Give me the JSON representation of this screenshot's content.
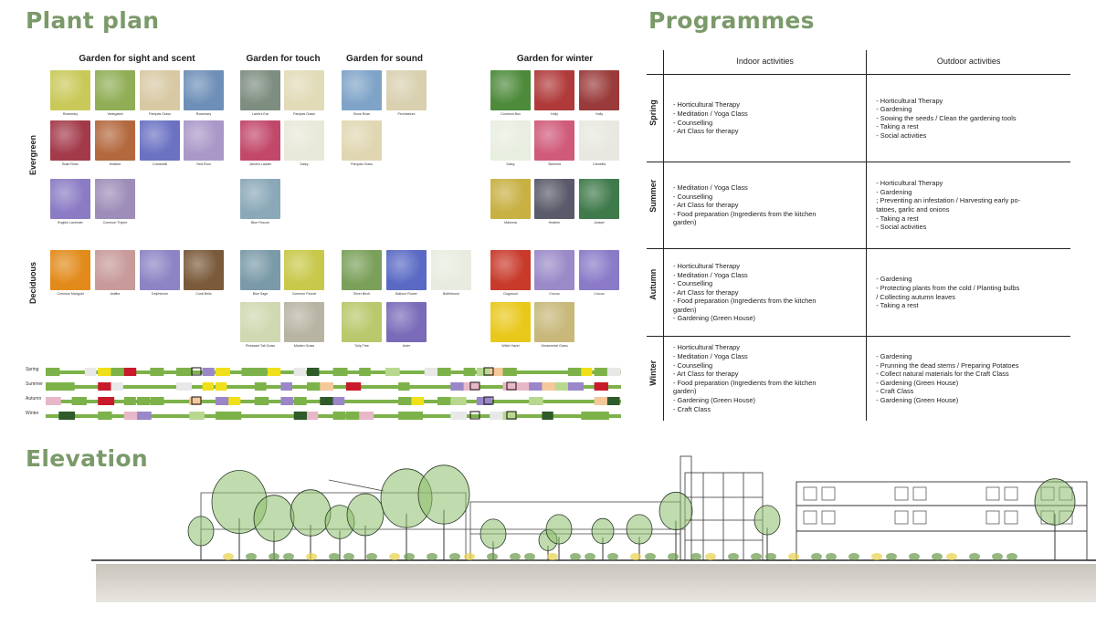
{
  "plan": {
    "title": "Plant plan",
    "groups": [
      "Garden for sight and scent",
      "Garden for touch",
      "Garden for sound",
      "Garden for winter"
    ],
    "rows": [
      "Evergreen",
      "Deciduous"
    ],
    "seasons": [
      "Spring",
      "Summer",
      "Autumn",
      "Winter"
    ],
    "plants": [
      {
        "name": "Rosemary",
        "color": "#c9c95a"
      },
      {
        "name": "Variegated",
        "color": "#8fae55"
      },
      {
        "name": "Pampas Grass",
        "color": "#d8c9a4"
      },
      {
        "name": "Rosemary",
        "color": "#6e8fb8"
      },
      {
        "name": "Bush Rose",
        "color": "#a33a4a"
      },
      {
        "name": "Heather",
        "color": "#b3683e"
      },
      {
        "name": "Cranesbill",
        "color": "#6b72c2"
      },
      {
        "name": "Red Root",
        "color": "#a998c8"
      },
      {
        "name": "English Lavender",
        "color": "#8b7bc4"
      },
      {
        "name": "Common Thyme",
        "color": "#9d8db8"
      },
      {
        "name": "Lamb's Ear",
        "color": "#7d8d80"
      },
      {
        "name": "Pampas Grass",
        "color": "#e2dbb8"
      },
      {
        "name": "Jacob's Ladder",
        "color": "#c2486a"
      },
      {
        "name": "Daisy",
        "color": "#e8e9d8"
      },
      {
        "name": "Blue Fescue",
        "color": "#8aa8b8"
      },
      {
        "name": "Snow Rose",
        "color": "#7fa4c8"
      },
      {
        "name": "Pennisetum",
        "color": "#d9d0b0"
      },
      {
        "name": "Pampas Grass",
        "color": "#e0d7b2"
      },
      {
        "name": "Common Box",
        "color": "#4d8a3a"
      },
      {
        "name": "Holly",
        "color": "#b03a3a"
      },
      {
        "name": "Holly",
        "color": "#9a3a3a"
      },
      {
        "name": "Daisy",
        "color": "#e8eee0"
      },
      {
        "name": "Skimmia",
        "color": "#d05a7a"
      },
      {
        "name": "Camellia",
        "color": "#e8e8e0"
      },
      {
        "name": "Mahonia",
        "color": "#c8b042"
      },
      {
        "name": "Heather",
        "color": "#5a5a6a"
      },
      {
        "name": "Juniper",
        "color": "#3f7a4a"
      },
      {
        "name": "Common Marigold",
        "color": "#e28a1a"
      },
      {
        "name": "Astilbe",
        "color": "#c89a9a"
      },
      {
        "name": "Delphinium",
        "color": "#8c84c4"
      },
      {
        "name": "Coral Bells",
        "color": "#7a5a3a"
      },
      {
        "name": "Blue Sage",
        "color": "#7a9aa8"
      },
      {
        "name": "Common Fennel",
        "color": "#c8c84a"
      },
      {
        "name": "Pheasant Tail Grass",
        "color": "#cfd8b0"
      },
      {
        "name": "Maiden Grass",
        "color": "#b8b4a4"
      },
      {
        "name": "Silver Birch",
        "color": "#7aa05a"
      },
      {
        "name": "Balloon Flower",
        "color": "#5a6ac4"
      },
      {
        "name": "Bottlebrush",
        "color": "#e8ece0"
      },
      {
        "name": "Tulip Tree",
        "color": "#b8c86a"
      },
      {
        "name": "Aster",
        "color": "#7a6ab8"
      },
      {
        "name": "Dogwood",
        "color": "#c83a2a"
      },
      {
        "name": "Crocus",
        "color": "#9a8ac8"
      },
      {
        "name": "Crocus",
        "color": "#8a7ac8"
      },
      {
        "name": "Witch Hazel",
        "color": "#e8c81a"
      },
      {
        "name": "Ornamental Grass",
        "color": "#c8b87a"
      }
    ]
  },
  "programmes": {
    "title": "Programmes",
    "col_indoor": "Indoor activities",
    "col_outdoor": "Outdoor activities",
    "rows": [
      {
        "season": "Spring",
        "indoor": "- Horticultural Therapy\n- Meditation / Yoga Class\n- Counselling\n- Art Class for therapy",
        "outdoor": "- Horticultural Therapy\n- Gardening\n- Sowing the seeds / Clean the gardening tools\n- Taking a rest\n- Social activities"
      },
      {
        "season": "Summer",
        "indoor": "- Meditation / Yoga Class\n- Counselling\n- Art Class for therapy\n- Food preparation (Ingredients from the kitchen\n  garden)",
        "outdoor": "- Horticultural Therapy\n- Gardening\n; Preventing an infestation / Harvesting early po-\n  tatoes, garlic and onions\n- Taking a rest\n- Social activities"
      },
      {
        "season": "Autumn",
        "indoor": "- Horticultural Therapy\n- Meditation / Yoga Class\n- Counselling\n- Art Class for therapy\n- Food preparation (Ingredients from the kitchen\n  garden)\n- Gardening (Green House)",
        "outdoor": "- Gardening\n- Protecting plants from the cold / Planting bulbs\n/ Collecting autumn leaves\n- Taking a rest"
      },
      {
        "season": "Winter",
        "indoor": "- Horticultural Therapy\n- Meditation / Yoga Class\n- Counselling\n- Art Class for therapy\n- Food preparation (Ingredients from the kitchen\n  garden)\n- Gardening (Green House)\n- Craft Class",
        "outdoor": "- Gardening\n- Prunning the dead stems / Preparing Potatoes\n- Collect natural materials for the Craft Class\n- Gardening (Green House)\n- Craft Class\n- Gardening (Green House)"
      }
    ]
  },
  "elevation": {
    "title": "Elevation"
  },
  "colors": {
    "title": "#7b9a6a",
    "green": "#7db24a",
    "dark_green": "#2f5a2a",
    "yellow": "#f0e01a",
    "purple": "#9a86c8",
    "pink": "#e8b8c8",
    "red": "#c81a2a"
  }
}
